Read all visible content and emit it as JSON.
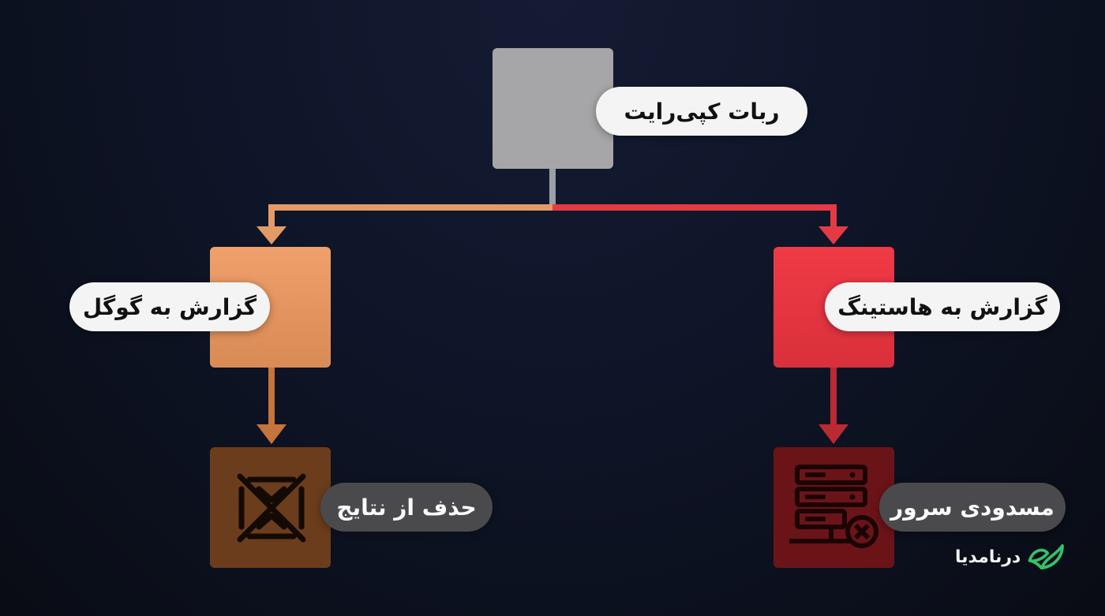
{
  "diagram": {
    "root": {
      "label": "ربات کپی‌رایت"
    },
    "branches": [
      {
        "label": "گزارش به گوگل",
        "result": "حذف از نتایج"
      },
      {
        "label": "گزارش به هاستینگ",
        "result": "مسدودی سرور"
      }
    ]
  },
  "icons": {
    "no_video": "no-video-icon",
    "server_blocked": "server-blocked-icon",
    "logo": "leaf-icon"
  },
  "colors": {
    "root_box": "#a6a6a8",
    "google_branch": "#f0a06a",
    "hosting_branch": "#ef3b46",
    "remove_box": "#6b3d1c",
    "block_box": "#6b1418"
  },
  "logo": {
    "text": "درنامدیا"
  }
}
